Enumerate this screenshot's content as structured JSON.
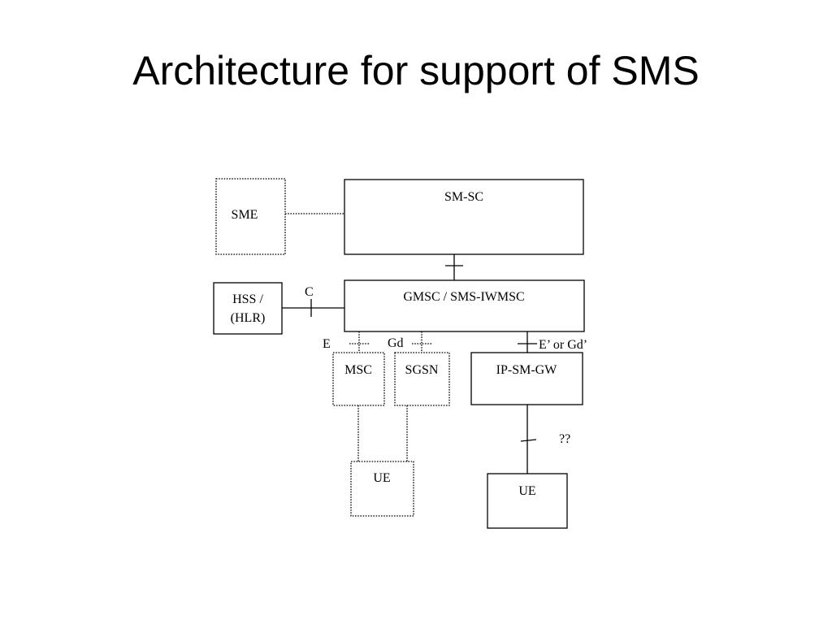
{
  "slide": {
    "title": "Architecture for support of SMS"
  },
  "diagram": {
    "nodes": {
      "sme": "SME",
      "smsc": "SM-SC",
      "hss_line1": "HSS /",
      "hss_line2": "(HLR)",
      "gmsc": "GMSC / SMS-IWMSC",
      "msc": "MSC",
      "sgsn": "SGSN",
      "ipsmgw": "IP-SM-GW",
      "ue_left": "UE",
      "ue_right": "UE"
    },
    "interfaces": {
      "c": "C",
      "e": "E",
      "gd": "Gd",
      "e_or_gd": "E’ or Gd’",
      "unknown": "??"
    }
  }
}
